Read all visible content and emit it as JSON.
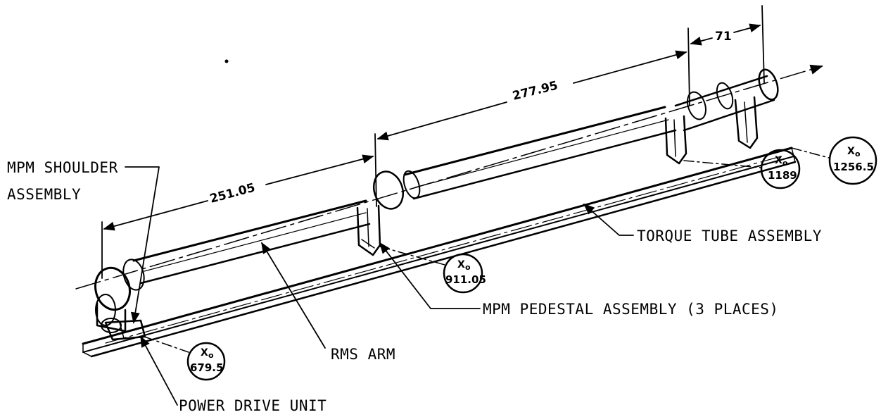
{
  "labels": {
    "shoulder_line1": "MPM SHOULDER",
    "shoulder_line2": "ASSEMBLY",
    "torque_tube": "TORQUE TUBE ASSEMBLY",
    "pedestal": "MPM PEDESTAL ASSEMBLY (3 PLACES)",
    "rms_arm": "RMS ARM",
    "power_drive": "POWER DRIVE UNIT"
  },
  "dimensions": {
    "d1": "251.05",
    "d2": "277.95",
    "d3": "71"
  },
  "stations": [
    {
      "symbol": "X",
      "subscript": "o",
      "value": "679.5"
    },
    {
      "symbol": "X",
      "subscript": "o",
      "value": "911.05"
    },
    {
      "symbol": "X",
      "subscript": "o",
      "value": "1189"
    },
    {
      "symbol": "X",
      "subscript": "o",
      "value": "1256.5"
    }
  ]
}
